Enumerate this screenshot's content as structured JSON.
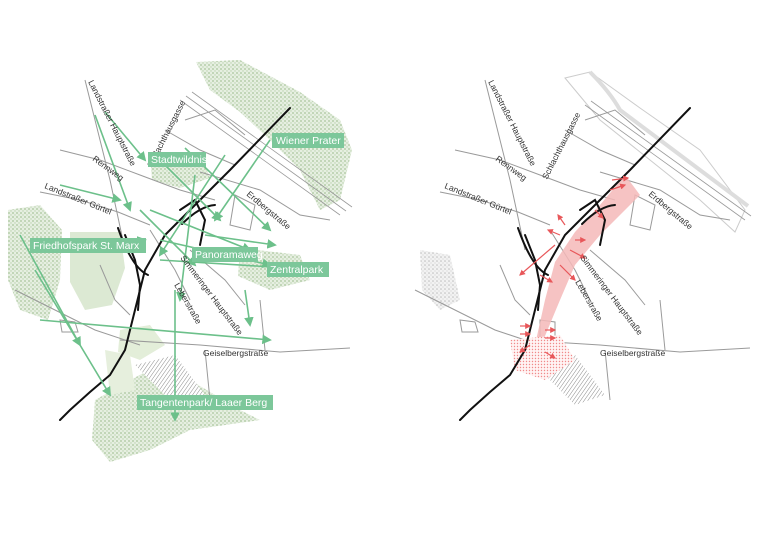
{
  "colors": {
    "road_major": "#111111",
    "road_minor": "#9a9a9a",
    "green_vegetation": "#c9dcc0",
    "green_label_bg": "#7cc79a",
    "green_arrow": "#6cc08a",
    "red_arrow": "#e8575a",
    "red_fill": "#f5b8b8"
  },
  "left_map": {
    "green_labels": {
      "wiener_prater": "Wiener Prater",
      "stadtwildnis": "Stadtwildnis",
      "friedhofspark": "Friedhofspark St. Marx",
      "panoramaweg": "Panoramaweg",
      "zentralpark": "Zentralpark",
      "tangentenpark": "Tangentenpark/ Laaer Berg"
    },
    "streets": {
      "landstrasser_hauptstrasse": "Landstraßer Hauptstraße",
      "schlachthausgasse": "Schlachthausgasse",
      "rennweg": "Rennweg",
      "landstrasser_guertel": "Landstraßer Gürtel",
      "erdbergstrasse": "Erdbergstraße",
      "simmeringer_hauptstrasse": "Simmeringer Hauptstraße",
      "leberstrasse": "Leberstraße",
      "geiselbergstrasse": "Geiselbergstraße"
    }
  },
  "right_map": {
    "streets": {
      "landstrasser_hauptstrasse": "Landstraßer Hauptstraße",
      "schlachthausgasse": "Schlachthausgasse",
      "rennweg": "Rennweg",
      "landstrasser_guertel": "Landstraßer Gürtel",
      "erdbergstrasse": "Erdbergstraße",
      "simmeringer_hauptstrasse": "Simmeringer Hauptstraße",
      "leberstrasse": "Leberstraße",
      "geiselbergstrasse": "Geiselbergstraße"
    }
  }
}
